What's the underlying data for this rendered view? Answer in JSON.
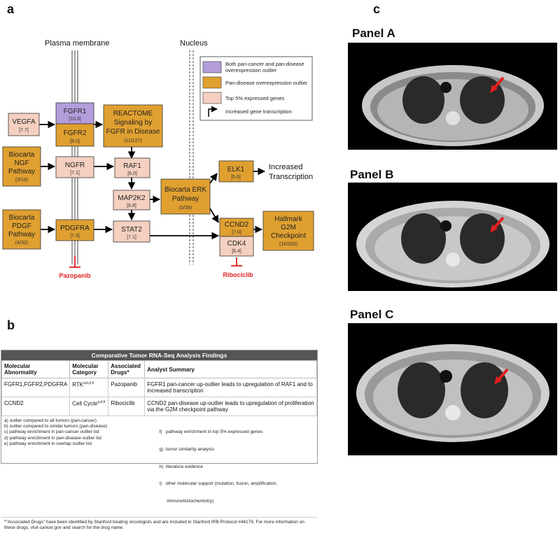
{
  "panel_letters": {
    "a": "a",
    "b": "b",
    "c": "c"
  },
  "diagram": {
    "plasma_membrane": "Plasma membrane",
    "nucleus": "Nucleus",
    "legend": {
      "both": "Both pan-cancer and pan-disease overexpression outlier",
      "pan_disease": "Pan-disease overexpression outlier",
      "top5": "Top 5% expressed genes",
      "increased": "Increased gene transcription",
      "colors": {
        "both": "#b39ddb",
        "pan_disease": "#e0a030",
        "top5": "#f5d0c0"
      }
    },
    "nodes": {
      "vegfa": {
        "name": "VEGFA",
        "value": "[7.7]"
      },
      "fgfr1": {
        "name": "FGFR1",
        "value": "[10.3]"
      },
      "fgfr2": {
        "name": "FGFR2",
        "value": "[8.0]"
      },
      "reactome": {
        "line1": "REACTOME",
        "line2": "Signaling by",
        "line3": "FGFR in Disease",
        "value": "(11/127)"
      },
      "ngf": {
        "line1": "Biocarta",
        "line2": "NGF",
        "line3": "Pathway",
        "value": "(3/18)"
      },
      "ngfr": {
        "name": "NGFR",
        "value": "[7.1]"
      },
      "raf1": {
        "name": "RAF1",
        "value": "[6.0]"
      },
      "map2k2": {
        "name": "MAP2K2",
        "value": "[6.8]"
      },
      "erk": {
        "line1": "Biocarta ERK",
        "line2": "Pathway",
        "value": "(5/28)"
      },
      "elk1": {
        "name": "ELK1",
        "value": "[5.6]"
      },
      "pdgf": {
        "line1": "Biocarta",
        "line2": "PDGF",
        "line3": "Pathway",
        "value": "(4/32)"
      },
      "pdgfra": {
        "name": "PDGFRA",
        "value": "[7.3]"
      },
      "stat2": {
        "name": "STAT2",
        "value": "[7.1]"
      },
      "ccnd2": {
        "name": "CCND2",
        "value": "[7.0]"
      },
      "cdk4": {
        "name": "CDK4",
        "value": "[6.4]"
      },
      "hallmark": {
        "line1": "Hallmark",
        "line2": "G2M",
        "line3": "Checkpoint",
        "value": "(16/200)"
      }
    },
    "increased_transcription": {
      "line1": "Increased",
      "line2": "Transcription"
    },
    "drugs": {
      "pazopanib": "Pazopanib",
      "ribociclib": "Ribociclib"
    }
  },
  "table": {
    "title": "Comparative Tumor RNA-Seq Analysis Findings",
    "headers": {
      "h1a": "Molecular",
      "h1b": "Abnormality",
      "h2a": "Molecular",
      "h2b": "Category",
      "h3a": "Associated",
      "h3b": "Drugs*",
      "h4": "Analyst Summary"
    },
    "rows": [
      {
        "abnormality": "FGFR1,FGFR2,PDGFRA",
        "category": "RTK",
        "category_sup": "a,b,d,h",
        "drug": "Pazopanib",
        "summary": "FGFR1 pan-cancer up-outlier leads to upregulation of RAF1 and to increased transcription"
      },
      {
        "abnormality": "CCND2",
        "category": "Cell Cycle",
        "category_sup": "a,d,h",
        "drug": "Ribociclib",
        "summary": "CCND2 pan-disease up-outlier leads to upregulation of proliferation via the G2M checkpoint pathway"
      }
    ],
    "footnotes_left": [
      "a)  outlier compared to all tumors (pan-cancer)",
      "b)  outlier compared to similar tumors (pan-disease)",
      "c)  pathway enrichment in pan-cancer outlier list",
      "d)  pathway enrichment in pan-disease outlier list",
      "e)  pathway enrichment in overlap outlier list"
    ],
    "footnotes_right": [
      "f)   pathway enrichment in top 5% expressed genes",
      "g)  tumor similarity analysis",
      "h)  literature evidence",
      "i)   other molecular support (mutation, fusion, amplification,",
      "      immunohistochemistry)"
    ],
    "note": "*\"Associated Drugs\" have been identified by Stanford treating oncologists and are included in Stanford IRB Protocol #44179. For more information on these drugs, visit cancer.gov and search for the drug name."
  },
  "ct": {
    "panel_a": "Panel A",
    "panel_b": "Panel B",
    "panel_c": "Panel C"
  }
}
